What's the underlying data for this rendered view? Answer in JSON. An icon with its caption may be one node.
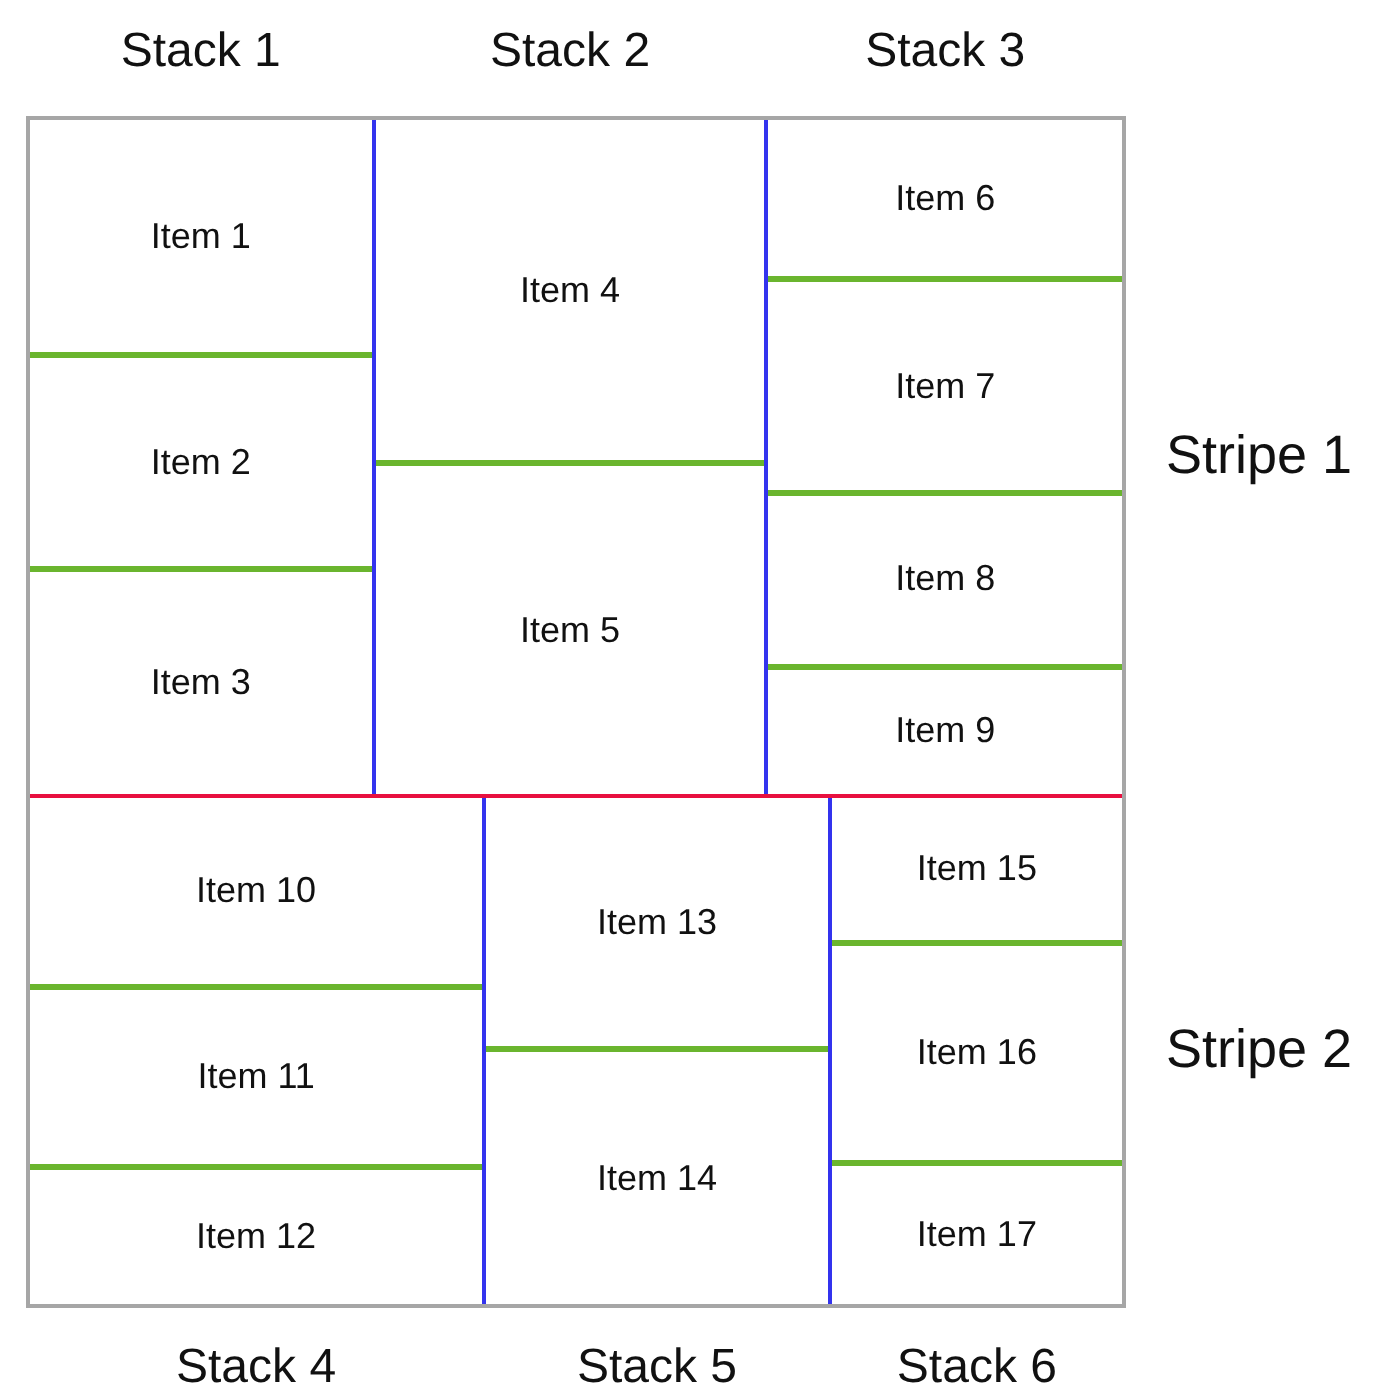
{
  "diagram": {
    "nodes": [
      {
        "text": [
          "Stripe 1"
        ]
      },
      {
        "text": [
          "Stack 1"
        ],
        "in": 0
      },
      {
        "text": [
          "Item 1"
        ],
        "in": 1
      },
      {
        "text": [
          "Item 2"
        ],
        "in": 1
      },
      {
        "text": [
          "Item 3"
        ],
        "in": 1
      },
      {
        "text": [
          "Stack 2"
        ],
        "in": 0
      },
      {
        "text": [
          "Item 4"
        ],
        "in": 5
      },
      {
        "text": [
          "Item 5"
        ],
        "in": 5
      },
      {
        "text": [
          "Stack 3"
        ],
        "in": 0
      },
      {
        "text": [
          "Item 6"
        ],
        "in": 8
      },
      {
        "text": [
          "Item 7"
        ],
        "in": 8
      },
      {
        "text": [
          "Item 8"
        ],
        "in": 8
      },
      {
        "text": [
          "Item 9"
        ],
        "in": 8
      },
      {
        "text": [
          "Stripe 2"
        ]
      },
      {
        "text": [
          "Stack 4"
        ],
        "in": 13
      },
      {
        "text": [
          "Item 10"
        ],
        "in": 14
      },
      {
        "text": [
          "Item 11"
        ],
        "in": 14
      },
      {
        "text": [
          "Item 12"
        ],
        "in": 14
      },
      {
        "text": [
          "Stack 5"
        ],
        "in": 13
      },
      {
        "text": [
          "Item 13"
        ],
        "in": 18
      },
      {
        "text": [
          "Item 14"
        ],
        "in": 18
      },
      {
        "text": [
          "Stack 6"
        ],
        "in": 13
      },
      {
        "text": [
          "Item 15"
        ],
        "in": 21
      },
      {
        "text": [
          "Item 16"
        ],
        "in": 21
      },
      {
        "text": [
          "Item 17"
        ],
        "in": 21
      }
    ]
  }
}
